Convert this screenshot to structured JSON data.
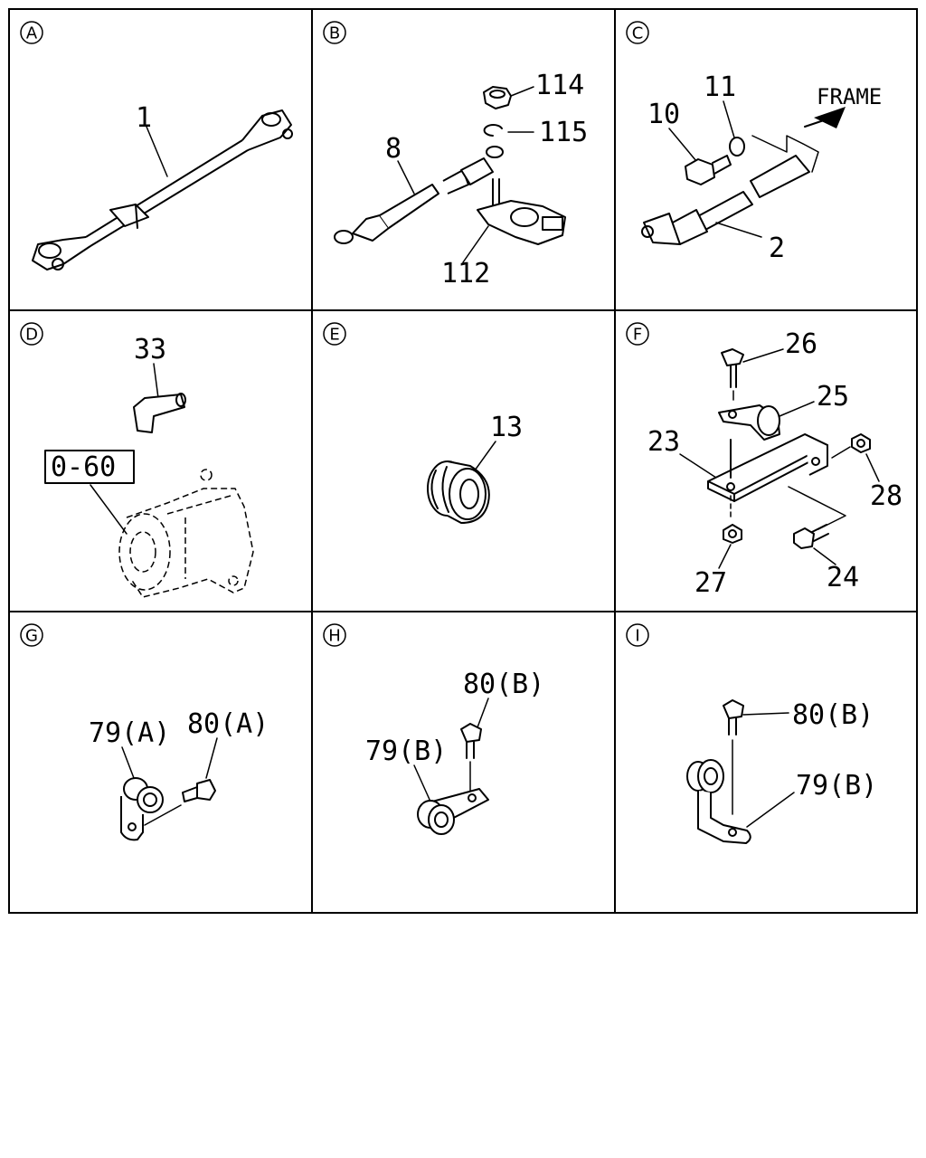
{
  "panels": [
    {
      "id": "A",
      "labels": [
        "1"
      ]
    },
    {
      "id": "B",
      "labels": [
        "114",
        "115",
        "8",
        "112"
      ]
    },
    {
      "id": "C",
      "labels": [
        "11",
        "10",
        "FRAME",
        "2"
      ]
    },
    {
      "id": "D",
      "labels": [
        "33",
        "0-60"
      ]
    },
    {
      "id": "E",
      "labels": [
        "13"
      ]
    },
    {
      "id": "F",
      "labels": [
        "26",
        "25",
        "23",
        "28",
        "27",
        "24"
      ]
    },
    {
      "id": "G",
      "labels": [
        "79(A)",
        "80(A)"
      ]
    },
    {
      "id": "H",
      "labels": [
        "80(B)",
        "79(B)"
      ]
    },
    {
      "id": "I",
      "labels": [
        "80(B)",
        "79(B)"
      ]
    }
  ]
}
